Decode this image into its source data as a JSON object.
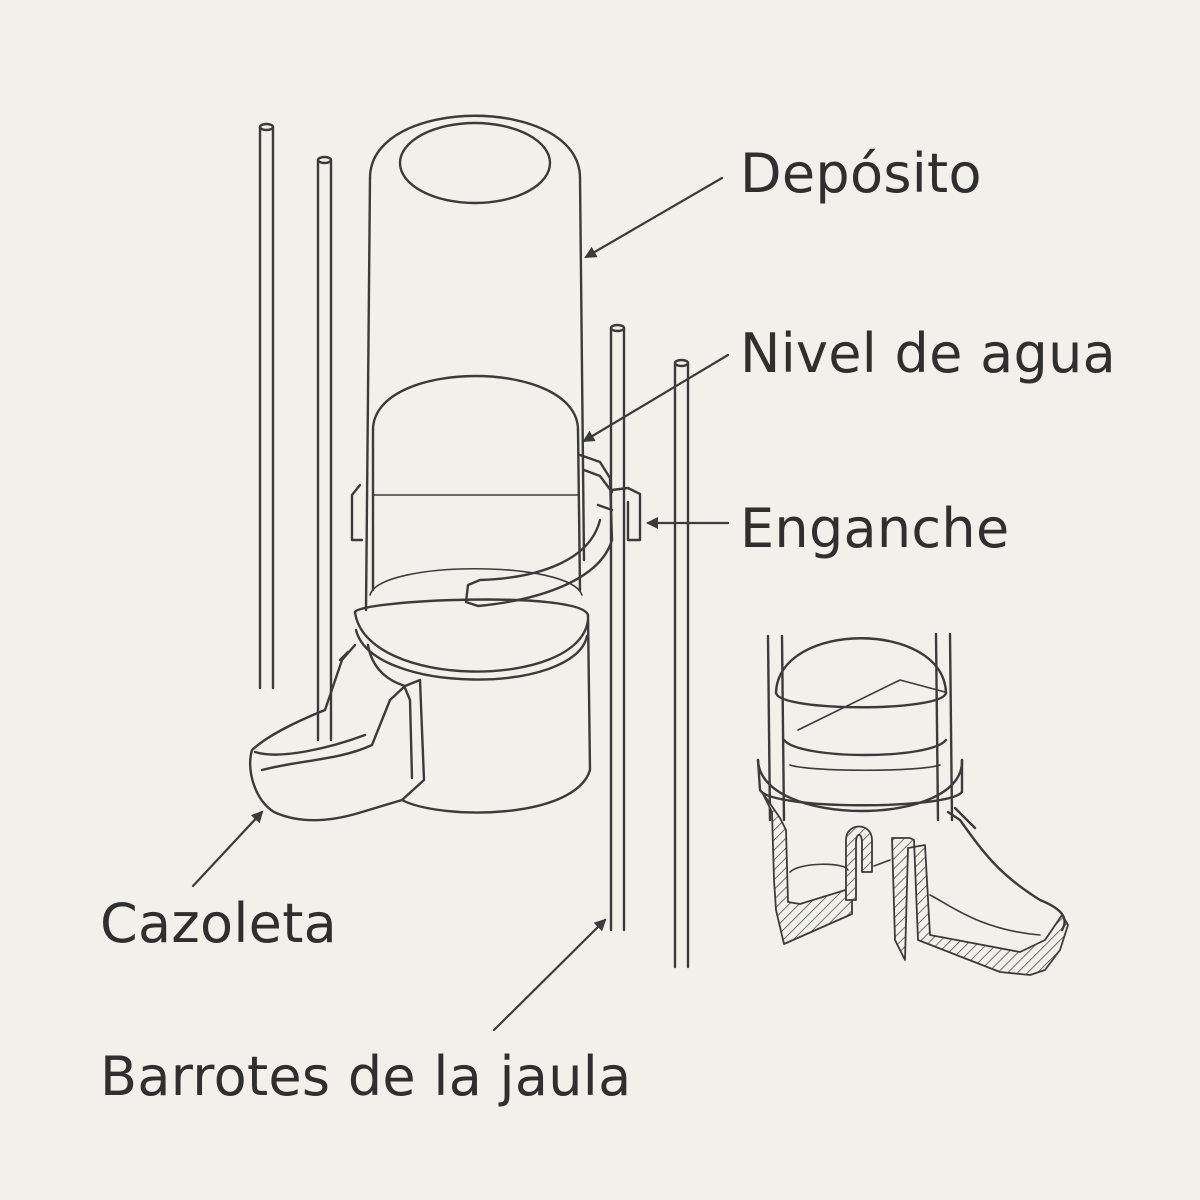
{
  "labels": {
    "deposito": "Depósito",
    "nivel_agua": "Nivel de agua",
    "enganche": "Enganche",
    "cazoleta": "Cazoleta",
    "barrotes": "Barrotes de la jaula"
  },
  "colors": {
    "background": "#f1f0eb",
    "line": "#3b3b3b",
    "text": "#2f2f2f"
  }
}
